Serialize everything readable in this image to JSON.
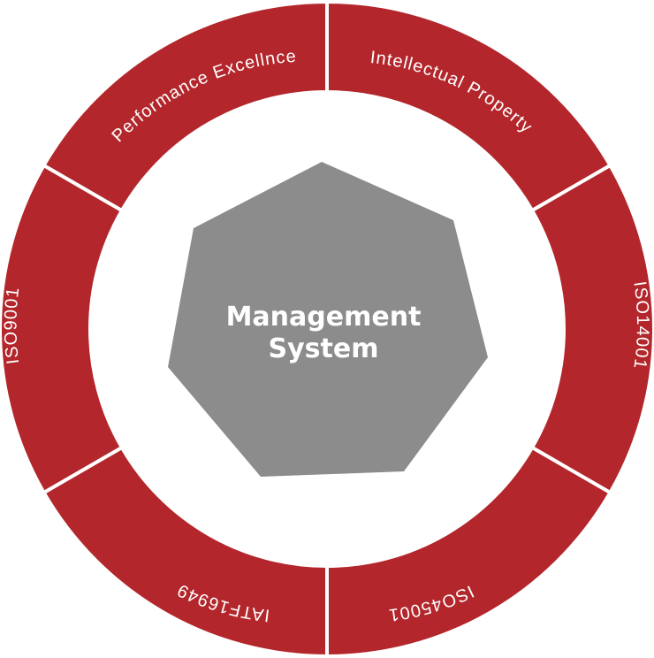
{
  "colors": {
    "ring": "#B3262B",
    "center": "#8C8C8C",
    "divider": "#FFFFFF",
    "text": "#FFFFFF"
  },
  "center": {
    "line1": "Management",
    "line2": "System"
  },
  "segments": [
    {
      "label": "Performance Excellnce"
    },
    {
      "label": "Intellectual Property"
    },
    {
      "label": "ISO14001"
    },
    {
      "label": "ISO45001"
    },
    {
      "label": "IATF16949"
    },
    {
      "label": "ISO9001"
    }
  ]
}
